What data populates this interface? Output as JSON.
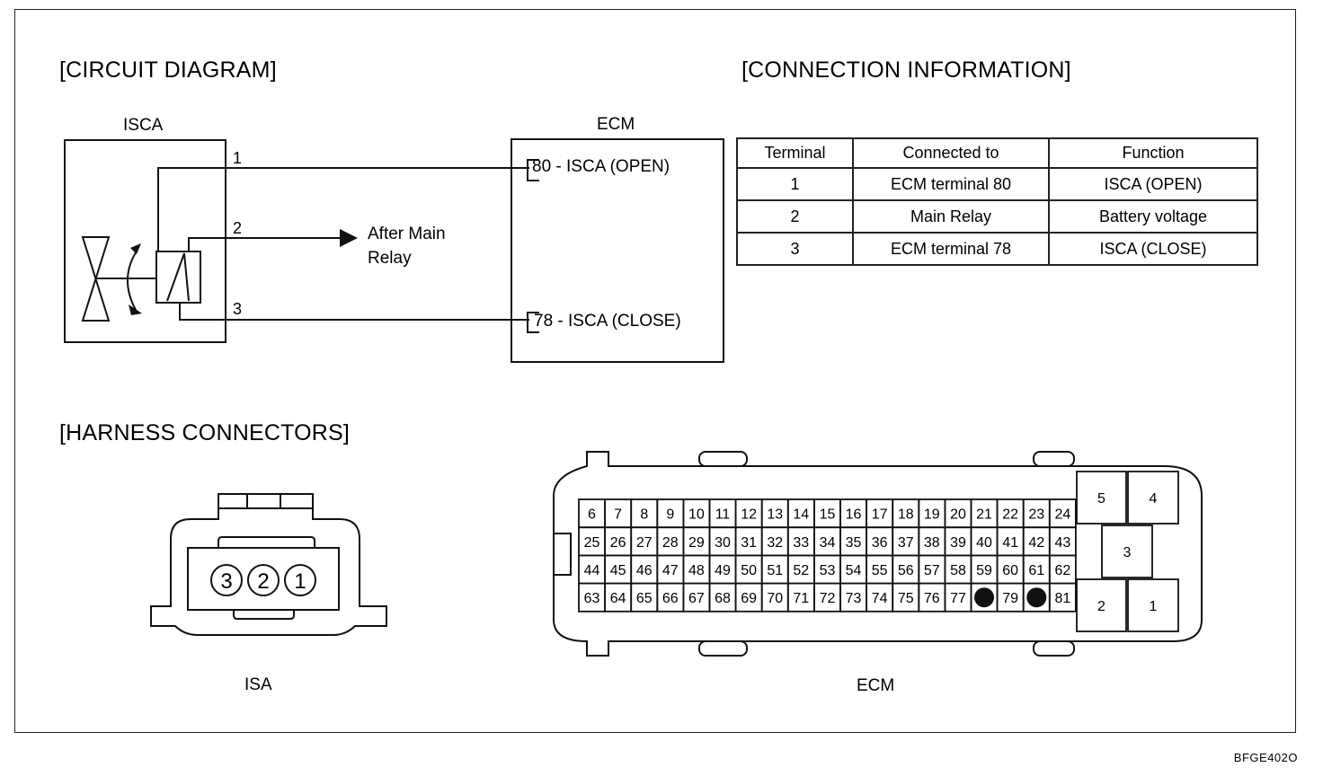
{
  "circuit": {
    "title": "[CIRCUIT DIAGRAM]",
    "isca_label": "ISCA",
    "ecm_label": "ECM",
    "pins": [
      "1",
      "2",
      "3"
    ],
    "after_main_relay_line1": "After Main",
    "after_main_relay_line2": "Relay",
    "ecm_pin_open": "80 - ISCA (OPEN)",
    "ecm_pin_close": "78 - ISCA (CLOSE)"
  },
  "connection": {
    "title": "[CONNECTION INFORMATION]",
    "headers": [
      "Terminal",
      "Connected to",
      "Function"
    ],
    "rows": [
      [
        "1",
        "ECM terminal 80",
        "ISCA (OPEN)"
      ],
      [
        "2",
        "Main Relay",
        "Battery voltage"
      ],
      [
        "3",
        "ECM terminal 78",
        "ISCA (CLOSE)"
      ]
    ]
  },
  "harness": {
    "title": "[HARNESS CONNECTORS]",
    "isa_label": "ISA",
    "isa_pins": [
      "3",
      "2",
      "1"
    ],
    "ecm_label": "ECM",
    "ecm_grid": [
      [
        "6",
        "7",
        "8",
        "9",
        "10",
        "11",
        "12",
        "13",
        "14",
        "15",
        "16",
        "17",
        "18",
        "19",
        "20",
        "21",
        "22",
        "23",
        "24"
      ],
      [
        "25",
        "26",
        "27",
        "28",
        "29",
        "30",
        "31",
        "32",
        "33",
        "34",
        "35",
        "36",
        "37",
        "38",
        "39",
        "40",
        "41",
        "42",
        "43"
      ],
      [
        "44",
        "45",
        "46",
        "47",
        "48",
        "49",
        "50",
        "51",
        "52",
        "53",
        "54",
        "55",
        "56",
        "57",
        "58",
        "59",
        "60",
        "61",
        "62"
      ],
      [
        "63",
        "64",
        "65",
        "66",
        "67",
        "68",
        "69",
        "70",
        "71",
        "72",
        "73",
        "74",
        "75",
        "76",
        "77",
        "",
        "79",
        "",
        "81"
      ]
    ],
    "ecm_filled_pins": [
      "78",
      "80"
    ],
    "ecm_power_pins": [
      "5",
      "4",
      "3",
      "2",
      "1"
    ]
  },
  "footer": {
    "code": "BFGE402O"
  }
}
